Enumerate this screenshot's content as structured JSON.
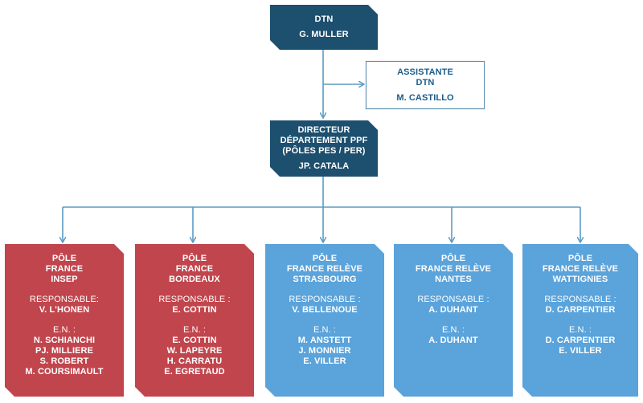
{
  "dtn": {
    "title": "DTN",
    "name": "G. MULLER"
  },
  "assistante": {
    "title": "ASSISTANTE",
    "subtitle": "DTN",
    "name": "M. CASTILLO"
  },
  "directeur": {
    "lines": [
      "DIRECTEUR",
      "DÉPARTEMENT PPF",
      "(PÔLES PES / PER)"
    ],
    "name": "JP. CATALA"
  },
  "poles": [
    {
      "title": [
        "PÔLE",
        "FRANCE",
        "INSEP"
      ],
      "resp_label": "RESPONSABLE:",
      "resp": [
        "V. L'HONEN"
      ],
      "en_label": "E.N. :",
      "en": [
        "N. SCHIANCHI",
        "PJ. MILLIERE",
        "S. ROBERT",
        "M. COURSIMAULT"
      ]
    },
    {
      "title": [
        "PÔLE",
        "FRANCE",
        "BORDEAUX"
      ],
      "resp_label": "RESPONSABLE :",
      "resp": [
        "E. COTTIN"
      ],
      "en_label": "E.N. :",
      "en": [
        "E. COTTIN",
        "W. LAPEYRE",
        "H. CARRATU",
        "E. EGRETAUD"
      ]
    },
    {
      "title": [
        "PÔLE",
        "FRANCE RELÈVE",
        "STRASBOURG"
      ],
      "resp_label": "RESPONSABLE :",
      "resp": [
        "V. BELLENOUE"
      ],
      "en_label": "E.N. :",
      "en": [
        "M. ANSTETT",
        "J. MONNIER",
        "E. VILLER"
      ]
    },
    {
      "title": [
        "PÔLE",
        "FRANCE RELÈVE",
        "NANTES"
      ],
      "resp_label": "RESPONSABLE :",
      "resp": [
        "A. DUHANT"
      ],
      "en_label": "E.N. :",
      "en": [
        "A. DUHANT"
      ]
    },
    {
      "title": [
        "PÔLE",
        "FRANCE RELÈVE",
        "WATTIGNIES"
      ],
      "resp_label": "RESPONSABLE :",
      "resp": [
        "D. CARPENTIER"
      ],
      "en_label": "E.N. :",
      "en": [
        "D. CARPENTIER",
        "E. VILLER"
      ]
    }
  ],
  "colors": {
    "dark": "#1d4f6e",
    "red": "#c1454d",
    "blue": "#5aa3db",
    "connector": "#5b9bc3",
    "outline": "#5b8fb0",
    "outline_text": "#1b5c8a"
  }
}
